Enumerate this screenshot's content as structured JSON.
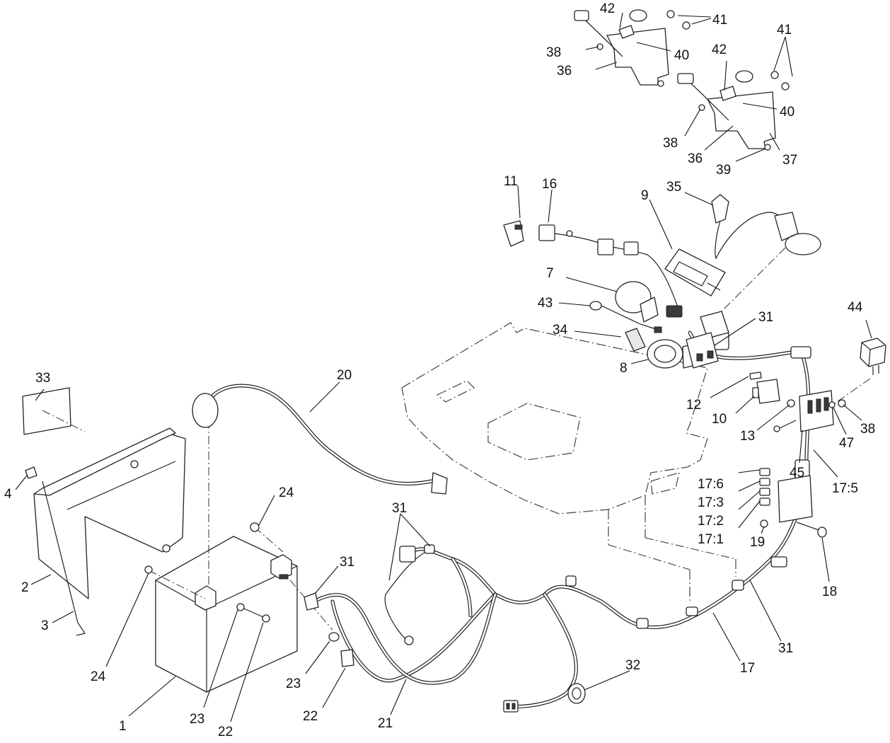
{
  "callouts": [
    {
      "id": "c1",
      "text": "1"
    },
    {
      "id": "c2",
      "text": "2"
    },
    {
      "id": "c3",
      "text": "3"
    },
    {
      "id": "c4",
      "text": "4"
    },
    {
      "id": "c7",
      "text": "7"
    },
    {
      "id": "c8",
      "text": "8"
    },
    {
      "id": "c9",
      "text": "9"
    },
    {
      "id": "c10",
      "text": "10"
    },
    {
      "id": "c11",
      "text": "11"
    },
    {
      "id": "c12",
      "text": "12"
    },
    {
      "id": "c13",
      "text": "13"
    },
    {
      "id": "c16",
      "text": "16"
    },
    {
      "id": "c17",
      "text": "17"
    },
    {
      "id": "c17_1",
      "text": "17:1"
    },
    {
      "id": "c17_2",
      "text": "17:2"
    },
    {
      "id": "c17_3",
      "text": "17:3"
    },
    {
      "id": "c17_5",
      "text": "17:5"
    },
    {
      "id": "c17_6",
      "text": "17:6"
    },
    {
      "id": "c18",
      "text": "18"
    },
    {
      "id": "c19",
      "text": "19"
    },
    {
      "id": "c20",
      "text": "20"
    },
    {
      "id": "c21",
      "text": "21"
    },
    {
      "id": "c22a",
      "text": "22"
    },
    {
      "id": "c22b",
      "text": "22"
    },
    {
      "id": "c23a",
      "text": "23"
    },
    {
      "id": "c23b",
      "text": "23"
    },
    {
      "id": "c24a",
      "text": "24"
    },
    {
      "id": "c24b",
      "text": "24"
    },
    {
      "id": "c31a",
      "text": "31"
    },
    {
      "id": "c31b",
      "text": "31"
    },
    {
      "id": "c31c",
      "text": "31"
    },
    {
      "id": "c31d",
      "text": "31"
    },
    {
      "id": "c32",
      "text": "32"
    },
    {
      "id": "c33",
      "text": "33"
    },
    {
      "id": "c34",
      "text": "34"
    },
    {
      "id": "c35",
      "text": "35"
    },
    {
      "id": "c36a",
      "text": "36"
    },
    {
      "id": "c36b",
      "text": "36"
    },
    {
      "id": "c37",
      "text": "37"
    },
    {
      "id": "c38a",
      "text": "38"
    },
    {
      "id": "c38b",
      "text": "38"
    },
    {
      "id": "c38c",
      "text": "38"
    },
    {
      "id": "c39",
      "text": "39"
    },
    {
      "id": "c40a",
      "text": "40"
    },
    {
      "id": "c40b",
      "text": "40"
    },
    {
      "id": "c41a",
      "text": "41"
    },
    {
      "id": "c41b",
      "text": "41"
    },
    {
      "id": "c42a",
      "text": "42"
    },
    {
      "id": "c42b",
      "text": "42"
    },
    {
      "id": "c43",
      "text": "43"
    },
    {
      "id": "c44",
      "text": "44"
    },
    {
      "id": "c45",
      "text": "45"
    },
    {
      "id": "c47",
      "text": "47"
    }
  ]
}
